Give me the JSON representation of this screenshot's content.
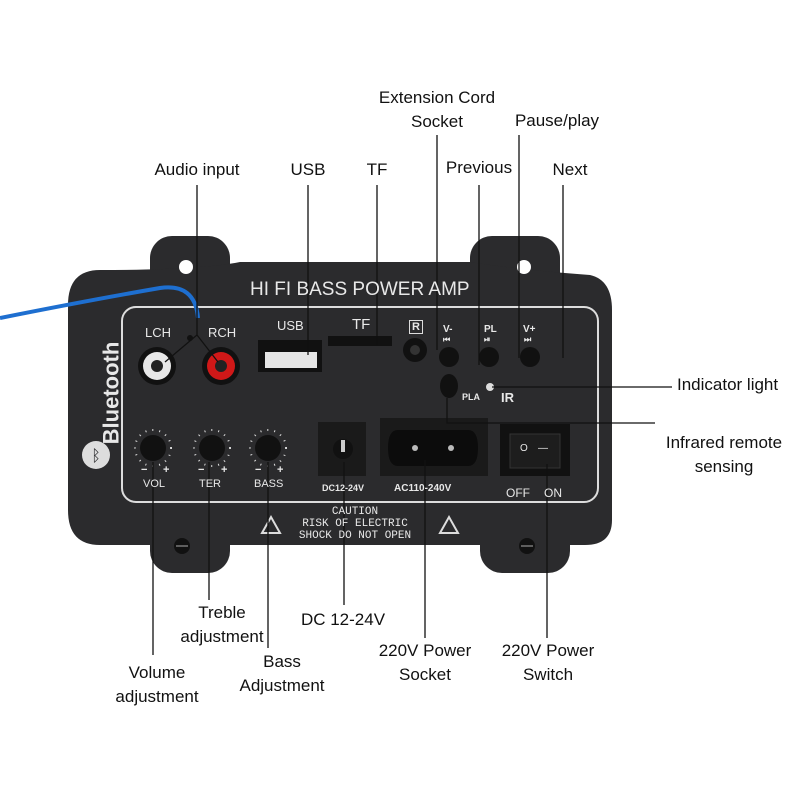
{
  "callouts": {
    "extension_cord": [
      "Extension Cord",
      "Socket"
    ],
    "pause_play": "Pause/play",
    "audio_input": "Audio input",
    "usb": "USB",
    "tf": "TF",
    "previous": "Previous",
    "next": "Next",
    "indicator_light": "Indicator light",
    "infrared": [
      "Infrared remote",
      "sensing"
    ],
    "treble": [
      "Treble",
      "adjustment"
    ],
    "dc": "DC 12-24V",
    "volume": [
      "Volume",
      "adjustment"
    ],
    "bass": [
      "Bass",
      "Adjustment"
    ],
    "power_socket": [
      "220V Power",
      "Socket"
    ],
    "power_switch": [
      "220V Power",
      "Switch"
    ]
  },
  "panel": {
    "title": "HI FI BASS POWER AMP",
    "brand": "Bluetooth",
    "lch": "LCH",
    "rch": "RCH",
    "usb": "USB",
    "tf": "TF",
    "remote": "R",
    "vminus": "V-",
    "pl": "PL",
    "vplus": "V+",
    "prev_glyph": "⏮",
    "play_glyph": "⏯",
    "next_glyph": "⏭",
    "pla": "PLA",
    "ir": "IR",
    "vol": "VOL",
    "ter": "TER",
    "bass": "BASS",
    "minus": "−",
    "plus": "+",
    "dc": "DC12-24V",
    "ac": "AC110-240V",
    "off": "OFF",
    "on": "ON",
    "switch_o": "O",
    "switch_i": "—",
    "caution": [
      "CAUTION",
      "RISK OF ELECTRIC",
      "SHOCK DO NOT OPEN"
    ]
  },
  "colors": {
    "panel": "#2b2b2d",
    "wire": "#1e6fd0",
    "rca_red": "#d01818",
    "rca_white": "#e8e8e8"
  }
}
